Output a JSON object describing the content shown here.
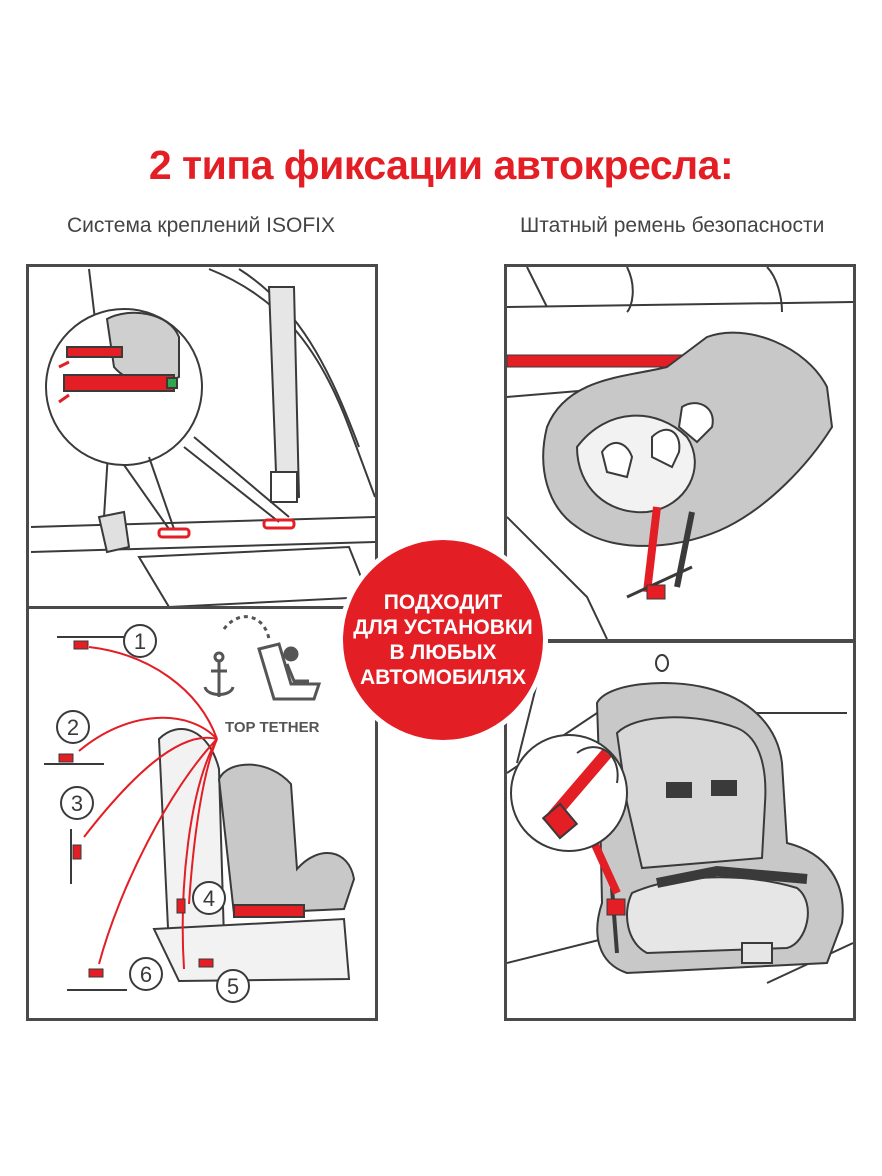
{
  "title": "2 типа фиксации автокресла:",
  "left_heading": "Система креплений ISOFIX",
  "right_heading": "Штатный ремень безопасности",
  "badge": {
    "line1": "ПОДХОДИТ",
    "line2": "ДЛЯ УСТАНОВКИ",
    "line3": "В ЛЮБЫХ",
    "line4": "АВТОМОБИЛЯХ"
  },
  "top_tether": {
    "label": "TOP TETHER",
    "positions": [
      "1",
      "2",
      "3",
      "4",
      "5",
      "6"
    ]
  },
  "colors": {
    "accent": "#e31e24",
    "seat_grey": "#c8c8c8",
    "outline": "#4a4a4a"
  }
}
